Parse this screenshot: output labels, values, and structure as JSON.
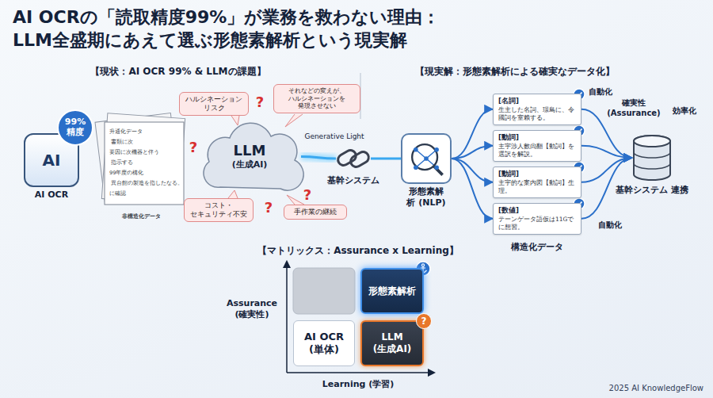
{
  "diagram": {
    "title": "AI OCRの「読取精度99%」が業務を救わない理由： LLM全盛期にあえて選ぶ形態素解析という現実解",
    "nodes": [
      {
        "text": [
          "AI",
          "AI OCR"
        ]
      },
      {
        "text": [
          "99% 精度"
        ]
      },
      {
        "text": [
          "升通化データ",
          "書類に次",
          "要因に次機器と伴う",
          "指示する",
          "99年度の構化",
          "異台館の製造を指したなる。",
          "に確認",
          "非構造化データ"
        ]
      },
      {
        "text": [
          "LLM",
          "(生成AI)"
        ]
      },
      {
        "text": [
          "ハルシネーション リスク"
        ]
      },
      {
        "text": [
          "それなどの変えが、 ハルシネーションを 発現させない"
        ]
      },
      {
        "text": [
          "コスト・ セキュリティ不安"
        ]
      },
      {
        "text": [
          "手作業の継続"
        ]
      },
      {
        "text": [
          "基幹システム"
        ]
      },
      {
        "text": [
          "形態素解析 (NLP)"
        ]
      },
      {
        "text": [
          "[名詞]",
          "生主した名詞、璟島に、令國詞を室賴する。"
        ]
      },
      {
        "text": [
          "[動詞]",
          "主宇涉人數尙翻【動詞】を選訳を解説。"
        ]
      },
      {
        "text": [
          "[動詞]",
          "主宇的な案内図【動詞】生理。"
        ]
      },
      {
        "text": [
          "[数値]",
          "テーンゲータ語仮は11Gでに想習。"
        ]
      },
      {
        "text": [
          "基幹システム 連携"
        ]
      },
      {
        "text": [
          "形態素解析"
        ]
      },
      {
        "text": [
          "AI OCR (単体)"
        ]
      },
      {
        "text": [
          "LLM (生成AI)"
        ]
      }
    ],
    "edges": [
      {
        "from": 3,
        "to": 8,
        "arrow": "none",
        "label": "Generative Light"
      },
      {
        "from": 8,
        "to": 9,
        "arrow": "none"
      },
      {
        "from": 9,
        "to": 10,
        "arrow": "to"
      },
      {
        "from": 9,
        "to": 11,
        "arrow": "to"
      },
      {
        "from": 9,
        "to": 12,
        "arrow": "to"
      },
      {
        "from": 9,
        "to": 13,
        "arrow": "to"
      },
      {
        "from": 10,
        "to": 14,
        "arrow": "to"
      },
      {
        "from": 11,
        "to": 14,
        "arrow": "to"
      },
      {
        "from": 12,
        "to": 14,
        "arrow": "to"
      },
      {
        "from": 13,
        "to": 14,
        "arrow": "to"
      }
    ],
    "labels": [
      "【現状：AI OCR 99% & LLMの課題】",
      "【現実解：形態素解析による確実なデータ化】",
      "?",
      "?",
      "?",
      "?",
      "構造化データ",
      "自動化",
      "確実性 (Assurance)",
      "効率化",
      "自動化",
      "【マトリックス：Assurance x Learning】",
      "Assurance (確実性)",
      "Learning (学習)",
      "?",
      "2025 AI KnowledgeFlow"
    ]
  }
}
